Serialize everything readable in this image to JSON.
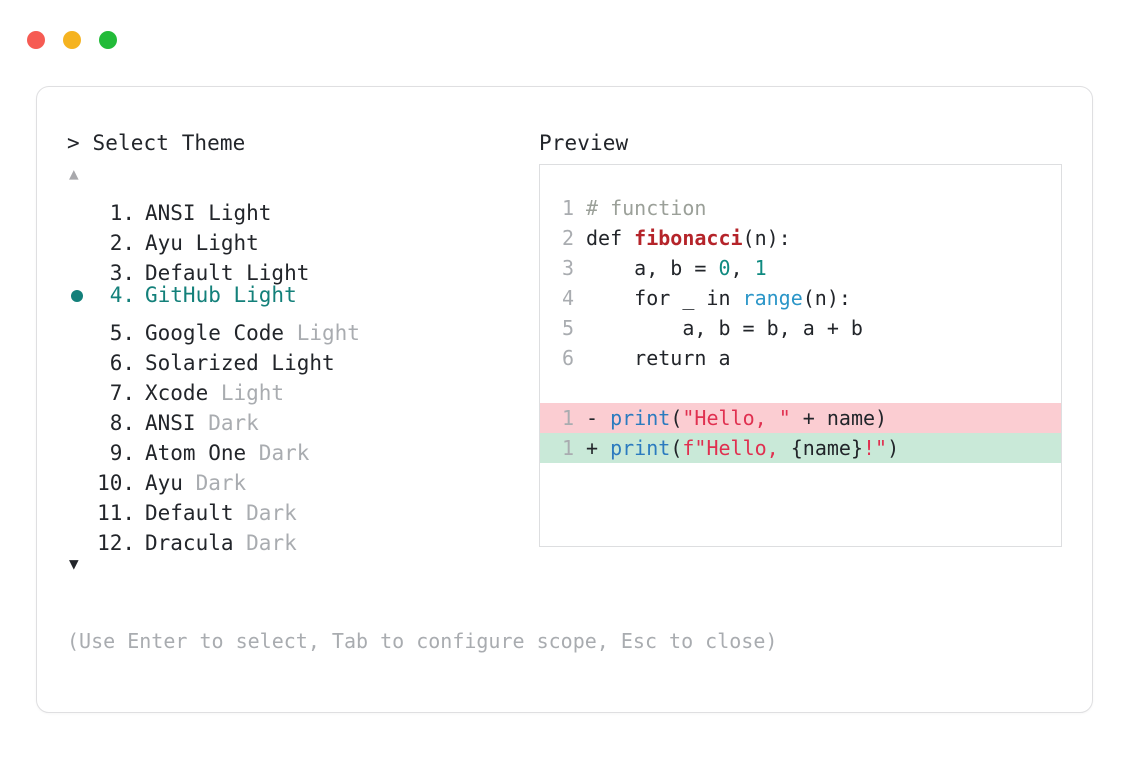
{
  "window": {
    "traffic_lights": [
      {
        "name": "close",
        "color": "#f65b53"
      },
      {
        "name": "minimize",
        "color": "#f5b320"
      },
      {
        "name": "maximize",
        "color": "#22bb39"
      }
    ]
  },
  "selector": {
    "prompt": ">",
    "title": "> Select Theme",
    "scroll_up_icon": "▲",
    "scroll_down_icon": "▼",
    "selected_index": 4,
    "selected_bullet": "●",
    "accent_color": "#13807a",
    "items": [
      {
        "num": "1.",
        "name": "ANSI Light",
        "suffix": "",
        "selected": false
      },
      {
        "num": "2.",
        "name": "Ayu Light",
        "suffix": "",
        "selected": false
      },
      {
        "num": "3.",
        "name": "Default Light",
        "suffix": "",
        "selected": false
      },
      {
        "num": "4.",
        "name": "GitHub Light",
        "suffix": "",
        "selected": true
      },
      {
        "num": "5.",
        "name": "Google Code",
        "suffix": " Light",
        "selected": false
      },
      {
        "num": "6.",
        "name": "Solarized Light",
        "suffix": "",
        "selected": false
      },
      {
        "num": "7.",
        "name": "Xcode",
        "suffix": " Light",
        "selected": false
      },
      {
        "num": "8.",
        "name": "ANSI",
        "suffix": " Dark",
        "selected": false
      },
      {
        "num": "9.",
        "name": "Atom One",
        "suffix": " Dark",
        "selected": false
      },
      {
        "num": "10.",
        "name": "Ayu",
        "suffix": " Dark",
        "selected": false
      },
      {
        "num": "11.",
        "name": "Default",
        "suffix": " Dark",
        "selected": false
      },
      {
        "num": "12.",
        "name": "Dracula",
        "suffix": " Dark",
        "selected": false
      }
    ]
  },
  "preview": {
    "title": "Preview",
    "code_lines": [
      {
        "ln": "1",
        "tokens": [
          {
            "t": "# function",
            "c": "comment"
          }
        ]
      },
      {
        "ln": "2",
        "tokens": [
          {
            "t": "def ",
            "c": "plain"
          },
          {
            "t": "fibonacci",
            "c": "fn"
          },
          {
            "t": "(n):",
            "c": "plain"
          }
        ]
      },
      {
        "ln": "3",
        "tokens": [
          {
            "t": "    a, b = ",
            "c": "plain"
          },
          {
            "t": "0",
            "c": "num"
          },
          {
            "t": ", ",
            "c": "plain"
          },
          {
            "t": "1",
            "c": "num"
          }
        ]
      },
      {
        "ln": "4",
        "tokens": [
          {
            "t": "    for _ in ",
            "c": "plain"
          },
          {
            "t": "range",
            "c": "builtin"
          },
          {
            "t": "(n):",
            "c": "plain"
          }
        ]
      },
      {
        "ln": "5",
        "tokens": [
          {
            "t": "        a, b = b, a + b",
            "c": "plain"
          }
        ]
      },
      {
        "ln": "6",
        "tokens": [
          {
            "t": "    return a",
            "c": "plain"
          }
        ]
      }
    ],
    "diff_lines": [
      {
        "ln": "1",
        "kind": "del",
        "tokens": [
          {
            "t": "- ",
            "c": "marker"
          },
          {
            "t": "print",
            "c": "call"
          },
          {
            "t": "(",
            "c": "plain"
          },
          {
            "t": "\"Hello, \"",
            "c": "string"
          },
          {
            "t": " + name)",
            "c": "plain"
          }
        ]
      },
      {
        "ln": "1",
        "kind": "add",
        "tokens": [
          {
            "t": "+ ",
            "c": "marker"
          },
          {
            "t": "print",
            "c": "call"
          },
          {
            "t": "(",
            "c": "plain"
          },
          {
            "t": "f\"Hello, ",
            "c": "string"
          },
          {
            "t": "{name}",
            "c": "plain"
          },
          {
            "t": "!\"",
            "c": "string"
          },
          {
            "t": ")",
            "c": "plain"
          }
        ]
      }
    ]
  },
  "hint": "(Use Enter to select, Tab to configure scope, Esc to close)"
}
